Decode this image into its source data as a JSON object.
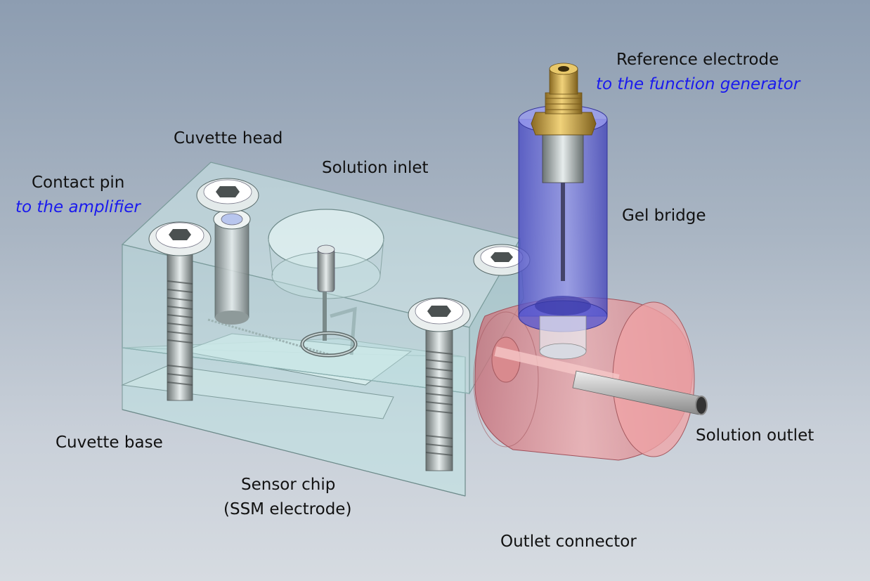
{
  "labels": {
    "reference_electrode": "Reference electrode",
    "reference_note": "to the function generator",
    "cuvette_head": "Cuvette head",
    "solution_inlet": "Solution inlet",
    "contact_pin": "Contact pin",
    "contact_note": "to the amplifier",
    "gel_bridge": "Gel bridge",
    "cuvette_base": "Cuvette base",
    "solution_outlet": "Solution outlet",
    "sensor_chip": "Sensor chip",
    "sensor_chip_sub": "(SSM electrode)",
    "outlet_connector": "Outlet connector"
  },
  "colors": {
    "note_text": "#1a1aee",
    "acrylic": "#bfe3e6",
    "outlet_connector": "#e88a8a",
    "gel_bridge": "#6f6fe0",
    "brass": "#c8a040"
  }
}
